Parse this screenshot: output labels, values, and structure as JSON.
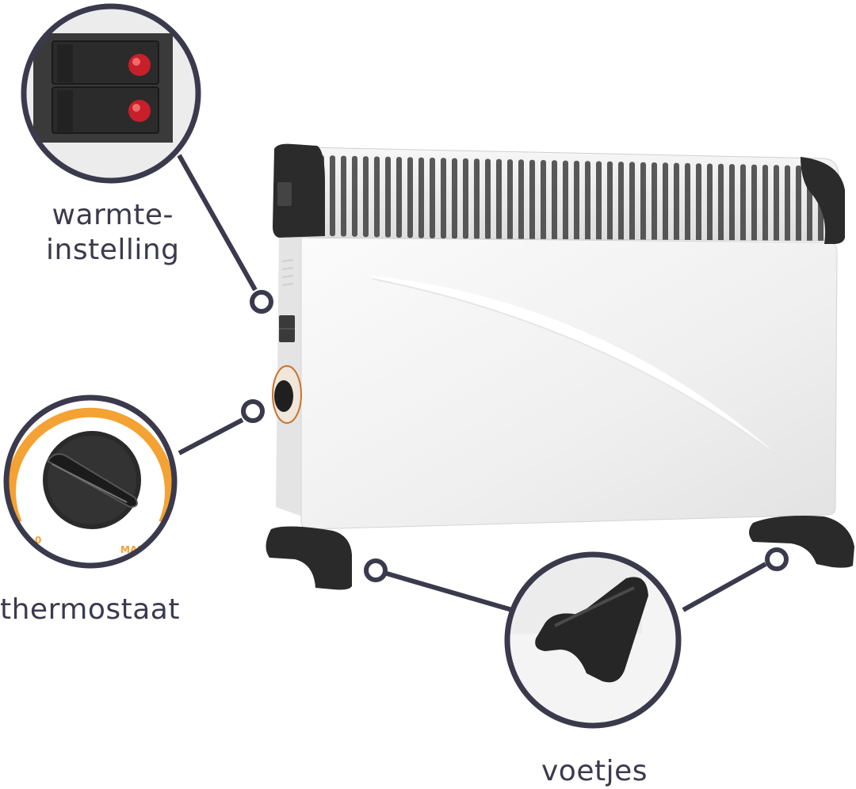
{
  "callouts": {
    "heat_setting": {
      "label": "warmte-\ninstelling"
    },
    "thermostat": {
      "label": "thermostaat",
      "scale_min": "0",
      "scale_max": "MAX"
    },
    "feet": {
      "label": "voetjes"
    }
  },
  "colors": {
    "callout_ring": "#3b3a4d",
    "accent_orange": "#f4a233",
    "indicator_red": "#c8202a",
    "heater_body": "#f2f2f2",
    "plastic_black": "#2a2a2a"
  }
}
